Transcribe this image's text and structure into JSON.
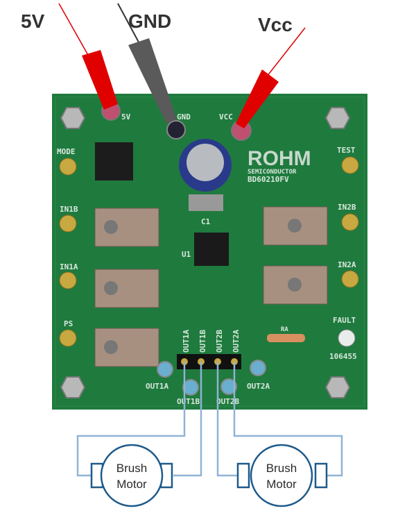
{
  "labels": {
    "v5": "5V",
    "gnd": "GND",
    "vcc": "Vcc"
  },
  "board": {
    "brand": "ROHM",
    "brand_sub": "SEMICONDUCTOR",
    "part_number": "BD60210FV",
    "pins": {
      "mode": "MODE",
      "test": "TEST",
      "in1b": "IN1B",
      "in2b": "IN2B",
      "in1a": "IN1A",
      "in2a": "IN2A",
      "ps": "PS",
      "fault": "FAULT",
      "vcc": "VCC",
      "gnd": "GND",
      "v5": "5V"
    },
    "header_labels": [
      "OUT1A",
      "OUT1B",
      "OUT2B",
      "OUT2A"
    ],
    "test_points": {
      "out1a": "OUT1A",
      "out1b": "OUT1B",
      "out2a": "OUT2A",
      "out2b": "OUT2B"
    },
    "refdes": {
      "c1": "C1",
      "u1": "U1",
      "ra": "RA"
    },
    "serial": "106455"
  },
  "motors": [
    {
      "label_line1": "Brush",
      "label_line2": "Motor"
    },
    {
      "label_line1": "Brush",
      "label_line2": "Motor"
    }
  ],
  "colors": {
    "pcb": "#1f7a3e",
    "wire_red": "#e00000",
    "wire_gray": "#555555",
    "motor_wire": "#8fb4d6"
  }
}
